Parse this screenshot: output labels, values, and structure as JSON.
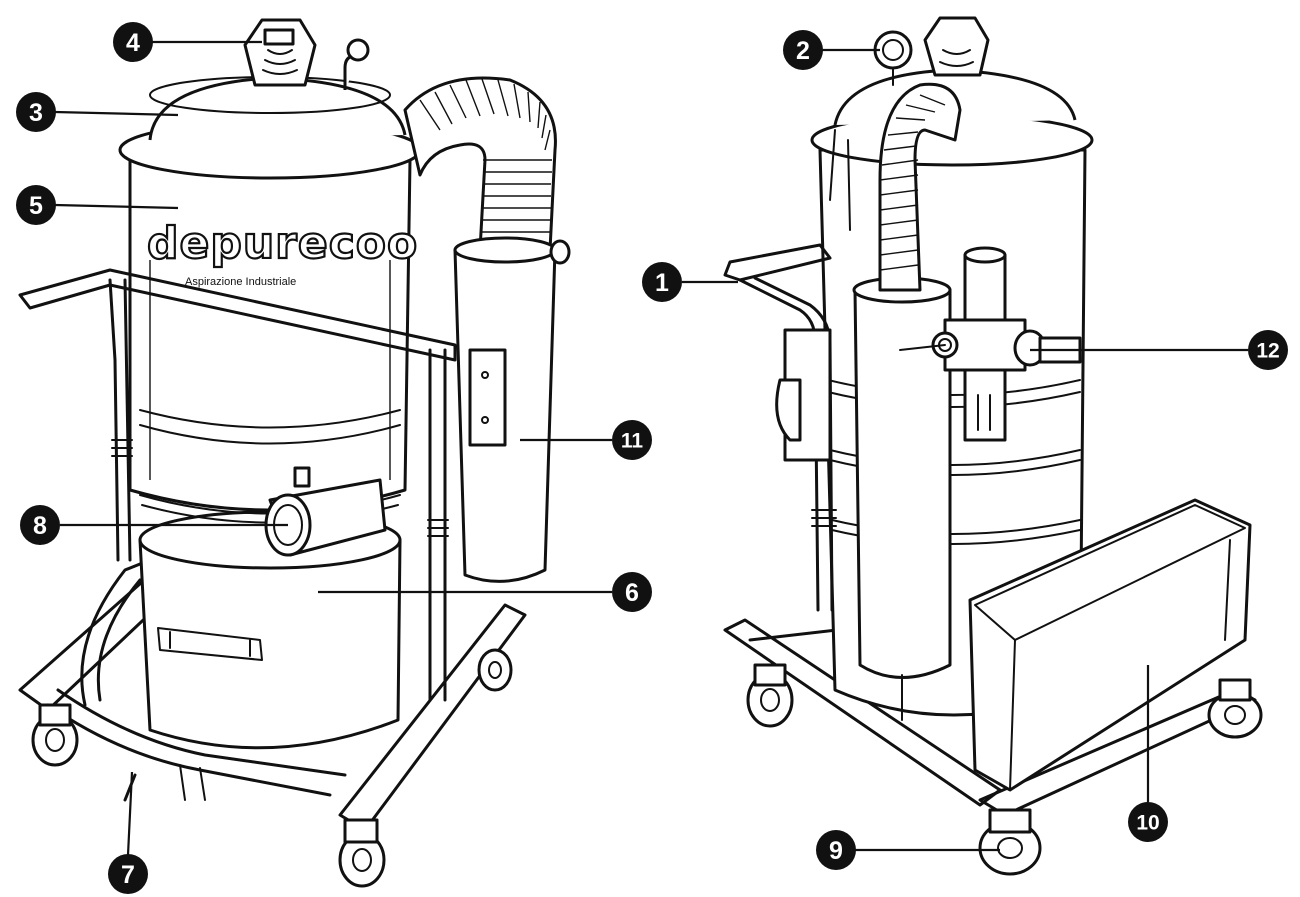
{
  "brand": {
    "logo_text": "depurecoo",
    "logo_subtitle": "Aspirazione Industriale"
  },
  "callouts": [
    {
      "id": "c1",
      "label": "1"
    },
    {
      "id": "c2",
      "label": "2"
    },
    {
      "id": "c3",
      "label": "3"
    },
    {
      "id": "c4",
      "label": "4"
    },
    {
      "id": "c5",
      "label": "5"
    },
    {
      "id": "c6",
      "label": "6"
    },
    {
      "id": "c7",
      "label": "7"
    },
    {
      "id": "c8",
      "label": "8"
    },
    {
      "id": "c9",
      "label": "9"
    },
    {
      "id": "c10",
      "label": "10"
    },
    {
      "id": "c11",
      "label": "11"
    },
    {
      "id": "c12",
      "label": "12"
    }
  ],
  "colors": {
    "ink": "#111111",
    "paper": "#ffffff"
  }
}
